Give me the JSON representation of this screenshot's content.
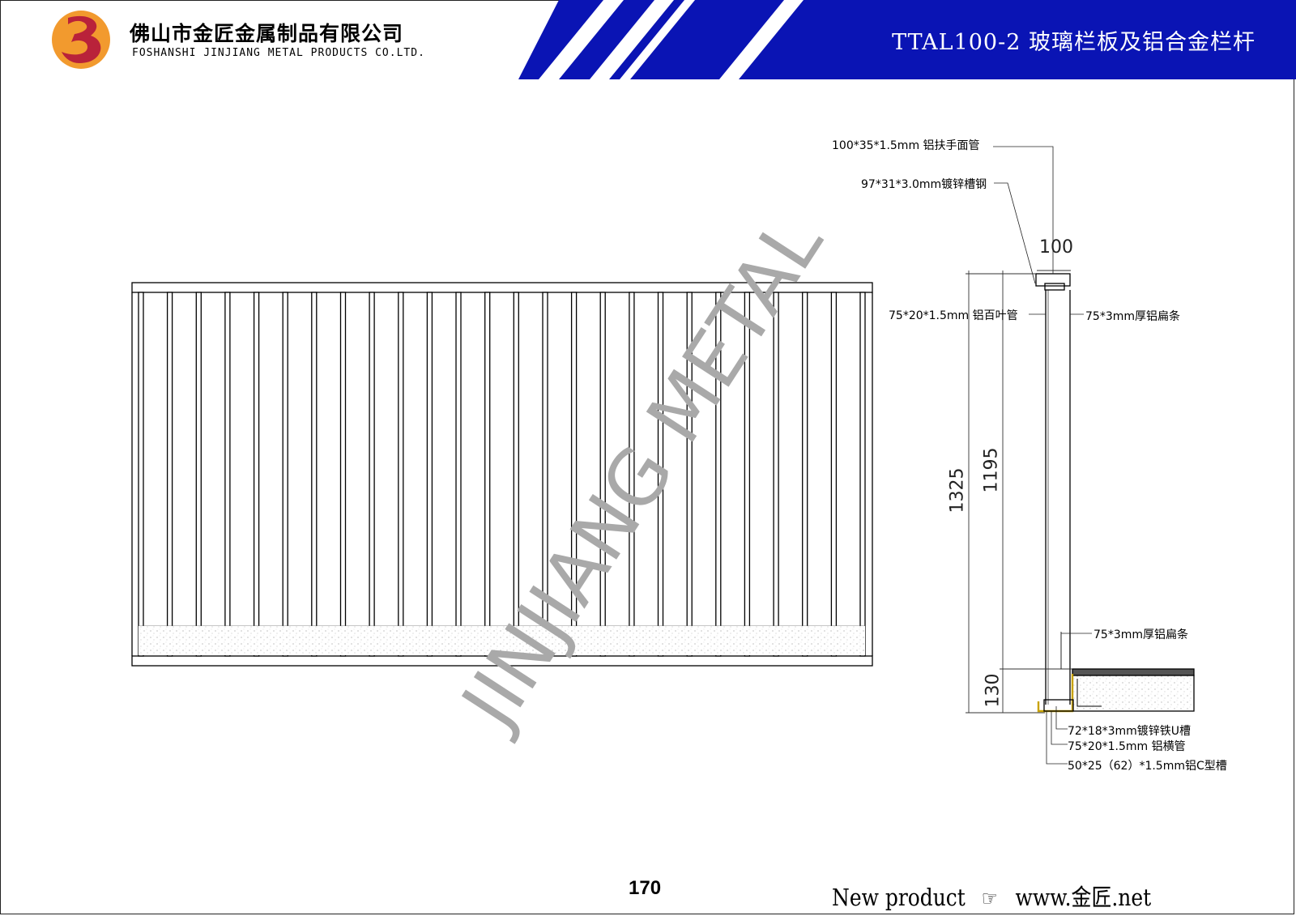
{
  "header": {
    "company_cn": "佛山市金匠金属制品有限公司",
    "company_en": "FOSHANSHI JINJIANG METAL PRODUCTS CO.LTD.",
    "title": "TTAL100-2 玻璃栏板及铝合金栏杆",
    "band_color": "#0a14b4",
    "logo_colors": {
      "outer": "#f29a2e",
      "inner": "#b9223a"
    }
  },
  "watermark": "JINJIANG METAL",
  "section_labels": {
    "handrail_tube": "100*35*1.5mm 铝扶手面管",
    "channel_steel": "97*31*3.0mm镀锌槽钢",
    "louver_tube": "75*20*1.5mm 铝百叶管",
    "flat_bar_top": "75*3mm厚铝扁条",
    "flat_bar_bottom": "75*3mm厚铝扁条",
    "u_channel": "72*18*3mm镀锌铁U槽",
    "cross_tube": "75*20*1.5mm 铝横管",
    "c_channel": "50*25（62）*1.5mm铝C型槽"
  },
  "dimensions": {
    "width_top": "100",
    "total_height": "1325",
    "rail_height": "1195",
    "base_height": "130"
  },
  "elevation": {
    "vertical_bar_count": 26
  },
  "footer": {
    "page_number": "170",
    "new_product": "New product",
    "hand_icon": "pointing-hand-icon",
    "website": "www.金匠.net"
  }
}
